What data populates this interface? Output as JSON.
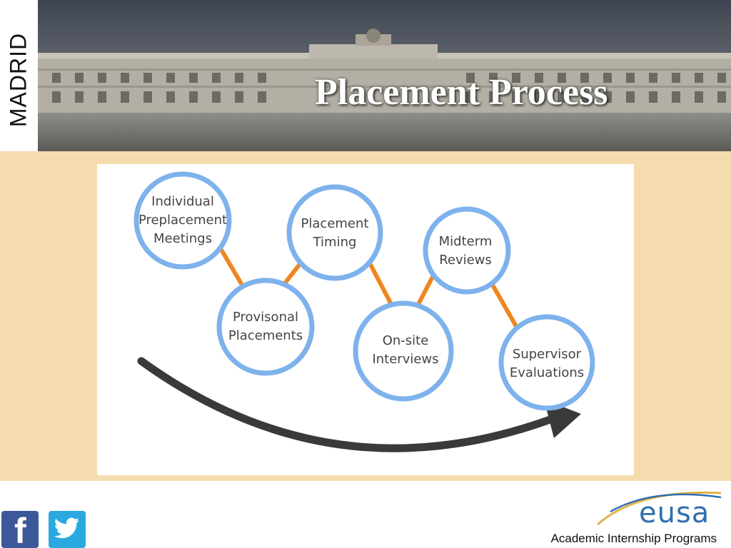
{
  "header": {
    "city_label": "MADRID",
    "title": "Placement Process"
  },
  "diagram": {
    "nodes": [
      {
        "id": "preplacement",
        "lines": [
          "Individual",
          "Preplacement",
          "Meetings"
        ]
      },
      {
        "id": "provisional",
        "lines": [
          "Provisonal",
          "Placements"
        ]
      },
      {
        "id": "timing",
        "lines": [
          "Placement",
          "Timing"
        ]
      },
      {
        "id": "interviews",
        "lines": [
          "On-site",
          "Interviews"
        ]
      },
      {
        "id": "midterm",
        "lines": [
          "Midterm",
          "Reviews"
        ]
      },
      {
        "id": "evaluations",
        "lines": [
          "Supervisor",
          "Evaluations"
        ]
      }
    ],
    "connectors": [
      {
        "from": "preplacement",
        "to": "provisional"
      },
      {
        "from": "provisional",
        "to": "timing"
      },
      {
        "from": "timing",
        "to": "interviews"
      },
      {
        "from": "interviews",
        "to": "midterm"
      },
      {
        "from": "midterm",
        "to": "evaluations"
      }
    ],
    "colors": {
      "circle_stroke": "#7eb2ec",
      "connector": "#f0861f",
      "arrow": "#3a3a3a",
      "text": "#444444"
    }
  },
  "footer": {
    "social": [
      {
        "name": "facebook",
        "icon": "facebook-icon",
        "color": "#3b5998"
      },
      {
        "name": "twitter",
        "icon": "twitter-icon",
        "color": "#2aa9e0"
      }
    ],
    "logo_text": "eusa",
    "tagline": "Academic Internship Programs"
  },
  "colors": {
    "content_band": "#f5dcae",
    "logo_blue": "#2f6fb0",
    "logo_gold": "#e0b24a"
  }
}
